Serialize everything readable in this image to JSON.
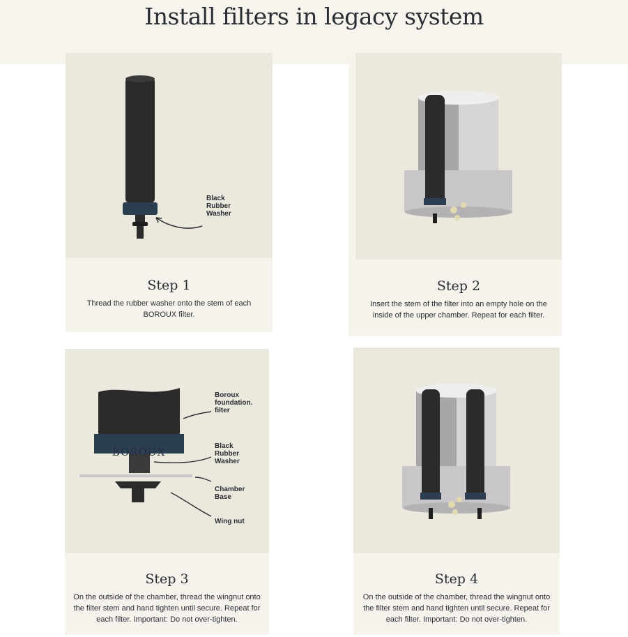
{
  "page": {
    "title": "Install filters in legacy system"
  },
  "steps": [
    {
      "title": "Step 1",
      "description": "Thread the rubber washer onto the stem of each BOROUX filter.",
      "labels": [
        "Black\nRubber\nWasher"
      ]
    },
    {
      "title": "Step 2",
      "description": "Insert the stem of the filter into an empty hole on the inside of the upper chamber. Repeat for each filter."
    },
    {
      "title": "Step 3",
      "description": "On the outside of the chamber, thread the wingnut onto the filter stem and hand tighten until secure. Repeat for each filter. Important: Do not over-tighten.",
      "labels": [
        "Boroux\nfoundation.\nfilter",
        "Black\nRubber\nWasher",
        "Chamber\nBase",
        "Wing nut"
      ],
      "brand_text": "BOROUX"
    },
    {
      "title": "Step 4",
      "description": "On the outside of the chamber, thread the wingnut onto the filter stem and hand tighten until secure. Repeat for each filter. Important: Do not over-tighten."
    }
  ],
  "colors": {
    "background": "#f6f4ec",
    "panel": "#ebe8dd",
    "filter": "#2b2b2b",
    "washer": "#2c3e52",
    "chamber": "#c9c6c9",
    "text": "#2a2e34"
  }
}
